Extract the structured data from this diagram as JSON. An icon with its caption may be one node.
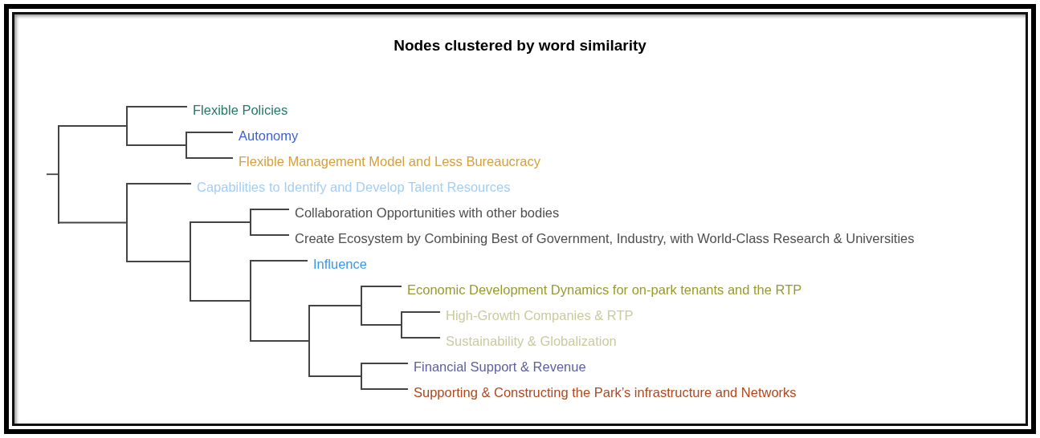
{
  "diagram": {
    "title": "Nodes clustered by word similarity",
    "nodes": [
      {
        "text": [
          "Flexible Policies"
        ]
      },
      {
        "text": [
          "Autonomy"
        ]
      },
      {
        "text": [
          "Flexible Management Model and Less Bureaucracy"
        ]
      },
      {
        "text": [
          "Capabilities to Identify and Develop Talent Resources"
        ]
      },
      {
        "text": [
          "Collaboration Opportunities with other bodies"
        ]
      },
      {
        "text": [
          "Create Ecosystem by Combining Best of Government, Industry, with World-Class Research & Universities"
        ]
      },
      {
        "text": [
          "Influence"
        ]
      },
      {
        "text": [
          "Economic Development Dynamics for on-park tenants and the RTP"
        ]
      },
      {
        "text": [
          "High-Growth Companies & RTP"
        ]
      },
      {
        "text": [
          "Sustainability & Globalization"
        ]
      },
      {
        "text": [
          "Financial Support & Revenue"
        ]
      },
      {
        "text": [
          "Supporting & Constructing the Park’s infrastructure and Networks"
        ]
      },
      {
        "text": [],
        "shape": "bar"
      },
      {
        "text": [],
        "shape": "bar"
      },
      {
        "text": [],
        "shape": "bar"
      },
      {
        "text": [],
        "shape": "bar"
      },
      {
        "text": [],
        "shape": "bar"
      },
      {
        "text": [],
        "shape": "bar"
      },
      {
        "text": [],
        "shape": "bar"
      },
      {
        "text": [],
        "shape": "bar"
      },
      {
        "text": [],
        "shape": "bar"
      },
      {
        "text": [],
        "shape": "bar"
      },
      {
        "text": [],
        "shape": "bar"
      }
    ],
    "edges": [
      {
        "from": null,
        "to": 12,
        "arrow": "none"
      },
      {
        "from": 12,
        "to": 13,
        "arrow": "none"
      },
      {
        "from": 12,
        "to": 14,
        "arrow": "none"
      },
      {
        "from": 13,
        "to": 0,
        "arrow": "none"
      },
      {
        "from": 13,
        "to": 15,
        "arrow": "none"
      },
      {
        "from": 15,
        "to": 1,
        "arrow": "none"
      },
      {
        "from": 15,
        "to": 2,
        "arrow": "none"
      },
      {
        "from": 14,
        "to": 3,
        "arrow": "none"
      },
      {
        "from": 14,
        "to": 16,
        "arrow": "none"
      },
      {
        "from": 16,
        "to": 17,
        "arrow": "none"
      },
      {
        "from": 16,
        "to": 18,
        "arrow": "none"
      },
      {
        "from": 17,
        "to": 4,
        "arrow": "none"
      },
      {
        "from": 17,
        "to": 5,
        "arrow": "none"
      },
      {
        "from": 18,
        "to": 6,
        "arrow": "none"
      },
      {
        "from": 18,
        "to": 19,
        "arrow": "none"
      },
      {
        "from": 19,
        "to": 20,
        "arrow": "none"
      },
      {
        "from": 19,
        "to": 21,
        "arrow": "none"
      },
      {
        "from": 20,
        "to": 7,
        "arrow": "none"
      },
      {
        "from": 20,
        "to": 22,
        "arrow": "none"
      },
      {
        "from": 22,
        "to": 8,
        "arrow": "none"
      },
      {
        "from": 22,
        "to": 9,
        "arrow": "none"
      },
      {
        "from": 21,
        "to": 10,
        "arrow": "none"
      },
      {
        "from": 21,
        "to": 11,
        "arrow": "none"
      }
    ]
  }
}
